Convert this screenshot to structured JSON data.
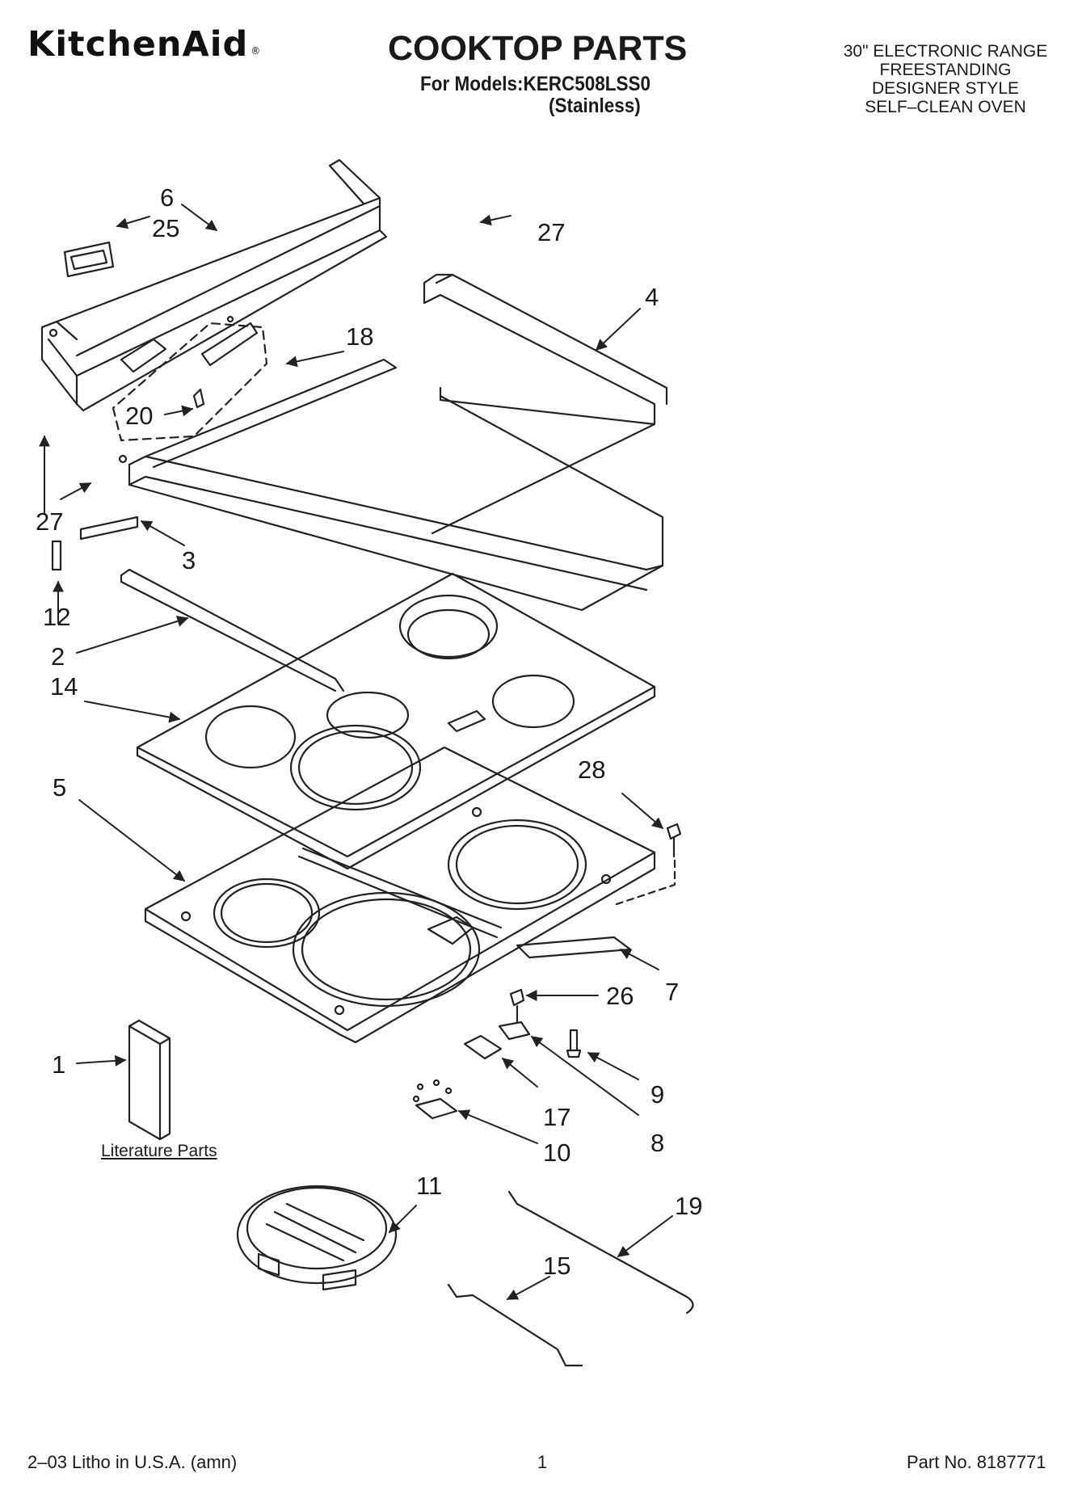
{
  "header": {
    "brand": "KitchenAid",
    "brand_mark": "®",
    "title": "COOKTOP PARTS",
    "models": "For Models:KERC508LSS0",
    "variant": "(Stainless)",
    "description": [
      "30\" ELECTRONIC RANGE",
      "FREESTANDING",
      "DESIGNER STYLE",
      "SELF–CLEAN OVEN"
    ]
  },
  "literature_label": "Literature Parts",
  "callouts": [
    "6",
    "25",
    "27",
    "4",
    "18",
    "20",
    "27",
    "27",
    "3",
    "12",
    "2",
    "14",
    "28",
    "5",
    "7",
    "26",
    "1",
    "9",
    "17",
    "8",
    "10",
    "11",
    "19",
    "15"
  ],
  "footer": {
    "litho": "2–03 Litho in U.S.A. (amn)",
    "page": "1",
    "part_no": "Part No. 8187771"
  }
}
